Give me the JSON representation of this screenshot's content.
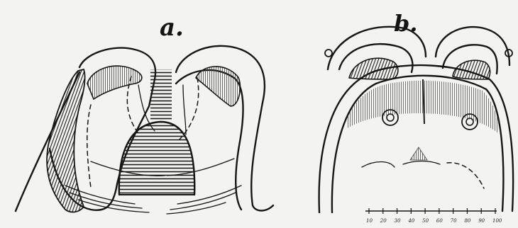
{
  "figures": [
    {
      "label": "a."
    },
    {
      "label": "b."
    }
  ],
  "scale_bar": {
    "ticks": [
      "10",
      "20",
      "30",
      "40",
      "50",
      "60",
      "70",
      "80",
      "90",
      "100"
    ]
  }
}
